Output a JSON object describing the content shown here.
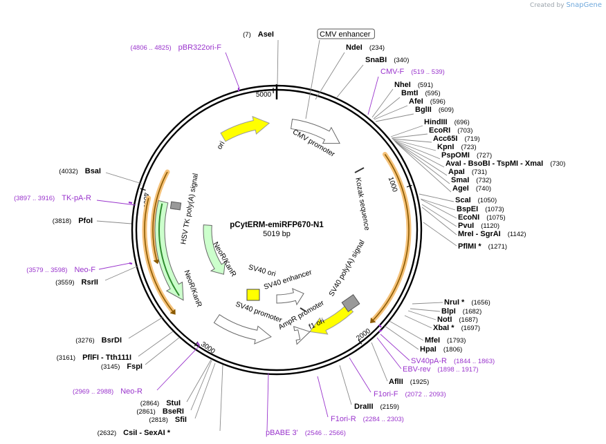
{
  "credit": {
    "prefix": "Created by",
    "brand": "SnapGene"
  },
  "plasmid": {
    "name": "pCytERM-emiRFP670-N1",
    "size": "5019 bp"
  },
  "ticks": [
    "1000",
    "2000",
    "3000",
    "4000",
    "5000"
  ],
  "colors": {
    "ori": "#ffff00",
    "marker": "#ccffcc",
    "marker_stroke": "#2e8b2e",
    "primer": "#9933cc",
    "enzyme_pos": "#000000",
    "orf_glow": "#f5c27a",
    "orf_line": "#8b5a00"
  },
  "features": [
    {
      "name": "ori"
    },
    {
      "name": "CMV promoter"
    },
    {
      "name": "Kozak sequence"
    },
    {
      "name": "SV40 poly(A) signal"
    },
    {
      "name": "f1 ori"
    },
    {
      "name": "AmpR promoter"
    },
    {
      "name": "SV40 promoter"
    },
    {
      "name": "SV40 enhancer"
    },
    {
      "name": "SV40 ori"
    },
    {
      "name": "NeoR/KanR"
    },
    {
      "name": "NeoR/KanR"
    },
    {
      "name": "HSV TK poly(A) signal"
    }
  ],
  "labels": [
    {
      "name": "AseI",
      "pos": "(7)",
      "kind": "enzyme"
    },
    {
      "name": "CMV enhancer",
      "pos": "",
      "kind": "feature"
    },
    {
      "name": "NdeI",
      "pos": "(234)",
      "kind": "enzyme"
    },
    {
      "name": "SnaBI",
      "pos": "(340)",
      "kind": "enzyme"
    },
    {
      "name": "CMV-F",
      "pos": "(519 .. 539)",
      "kind": "primer"
    },
    {
      "name": "NheI",
      "pos": "(591)",
      "kind": "enzyme"
    },
    {
      "name": "BmtI",
      "pos": "(595)",
      "kind": "enzyme"
    },
    {
      "name": "AfeI",
      "pos": "(596)",
      "kind": "enzyme"
    },
    {
      "name": "BglII",
      "pos": "(609)",
      "kind": "enzyme"
    },
    {
      "name": "HindIII",
      "pos": "(696)",
      "kind": "enzyme"
    },
    {
      "name": "EcoRI",
      "pos": "(703)",
      "kind": "enzyme"
    },
    {
      "name": "Acc65I",
      "pos": "(719)",
      "kind": "enzyme"
    },
    {
      "name": "KpnI",
      "pos": "(723)",
      "kind": "enzyme"
    },
    {
      "name": "PspOMI",
      "pos": "(727)",
      "kind": "enzyme"
    },
    {
      "name": "AvaI - BsoBI - TspMI - XmaI",
      "pos": "(730)",
      "kind": "enzyme"
    },
    {
      "name": "ApaI",
      "pos": "(731)",
      "kind": "enzyme"
    },
    {
      "name": "SmaI",
      "pos": "(732)",
      "kind": "enzyme"
    },
    {
      "name": "AgeI",
      "pos": "(740)",
      "kind": "enzyme"
    },
    {
      "name": "ScaI",
      "pos": "(1050)",
      "kind": "enzyme"
    },
    {
      "name": "BspEI",
      "pos": "(1073)",
      "kind": "enzyme"
    },
    {
      "name": "EcoNI",
      "pos": "(1075)",
      "kind": "enzyme"
    },
    {
      "name": "PvuI",
      "pos": "(1120)",
      "kind": "enzyme"
    },
    {
      "name": "MreI - SgrAI",
      "pos": "(1142)",
      "kind": "enzyme"
    },
    {
      "name": "PflMI *",
      "pos": "(1271)",
      "kind": "enzyme"
    },
    {
      "name": "NruI *",
      "pos": "(1656)",
      "kind": "enzyme"
    },
    {
      "name": "BlpI",
      "pos": "(1682)",
      "kind": "enzyme"
    },
    {
      "name": "NotI",
      "pos": "(1687)",
      "kind": "enzyme"
    },
    {
      "name": "XbaI *",
      "pos": "(1697)",
      "kind": "enzyme"
    },
    {
      "name": "MfeI",
      "pos": "(1793)",
      "kind": "enzyme"
    },
    {
      "name": "HpaI",
      "pos": "(1806)",
      "kind": "enzyme"
    },
    {
      "name": "SV40pA-R",
      "pos": "(1844 .. 1863)",
      "kind": "primer"
    },
    {
      "name": "EBV-rev",
      "pos": "(1898 .. 1917)",
      "kind": "primer"
    },
    {
      "name": "AflII",
      "pos": "(1925)",
      "kind": "enzyme"
    },
    {
      "name": "F1ori-F",
      "pos": "(2072 .. 2093)",
      "kind": "primer"
    },
    {
      "name": "DraIII",
      "pos": "(2159)",
      "kind": "enzyme"
    },
    {
      "name": "F1ori-R",
      "pos": "(2284 .. 2303)",
      "kind": "primer"
    },
    {
      "name": "pBABE 3'",
      "pos": "(2546 .. 2566)",
      "kind": "primer"
    },
    {
      "name": "CsiI - SexAI *",
      "pos": "(2632)",
      "kind": "enzyme"
    },
    {
      "name": "SfiI",
      "pos": "(2818)",
      "kind": "enzyme"
    },
    {
      "name": "BseRI",
      "pos": "(2861)",
      "kind": "enzyme"
    },
    {
      "name": "StuI",
      "pos": "(2864)",
      "kind": "enzyme"
    },
    {
      "name": "Neo-R",
      "pos": "(2969 .. 2988)",
      "kind": "primer"
    },
    {
      "name": "FspI",
      "pos": "(3145)",
      "kind": "enzyme"
    },
    {
      "name": "PflFI - Tth111I",
      "pos": "(3161)",
      "kind": "enzyme"
    },
    {
      "name": "BsrDI",
      "pos": "(3276)",
      "kind": "enzyme"
    },
    {
      "name": "RsrII",
      "pos": "(3559)",
      "kind": "enzyme"
    },
    {
      "name": "Neo-F",
      "pos": "(3579 .. 3598)",
      "kind": "primer"
    },
    {
      "name": "PfoI",
      "pos": "(3818)",
      "kind": "enzyme"
    },
    {
      "name": "TK-pA-R",
      "pos": "(3897 .. 3916)",
      "kind": "primer"
    },
    {
      "name": "BsaI",
      "pos": "(4032)",
      "kind": "enzyme"
    },
    {
      "name": "pBR322ori-F",
      "pos": "(4806 .. 4825)",
      "kind": "primer"
    }
  ]
}
